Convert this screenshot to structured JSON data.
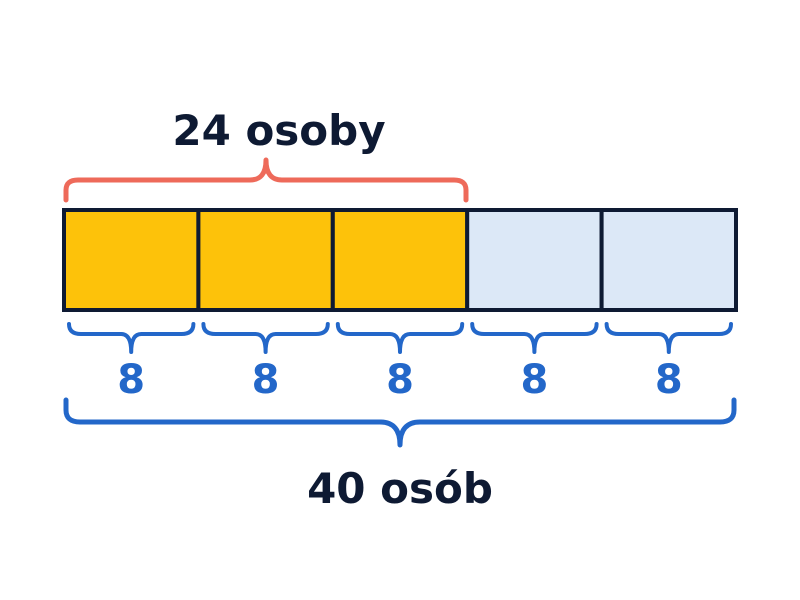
{
  "top_label": "24 osoby",
  "bottom_label": "40 osób",
  "segment_labels": [
    "8",
    "8",
    "8",
    "8",
    "8"
  ],
  "segments_total": 5,
  "segments_shaded": 3,
  "colors": {
    "shaded_fill": "#FDC20A",
    "unshaded_fill": "#DCE8F7",
    "outline": "#0E1A33",
    "top_brace": "#EE6A5A",
    "bottom_braces": "#2367C9",
    "segment_numbers": "#2367C9",
    "label_text": "#0E1A33"
  }
}
